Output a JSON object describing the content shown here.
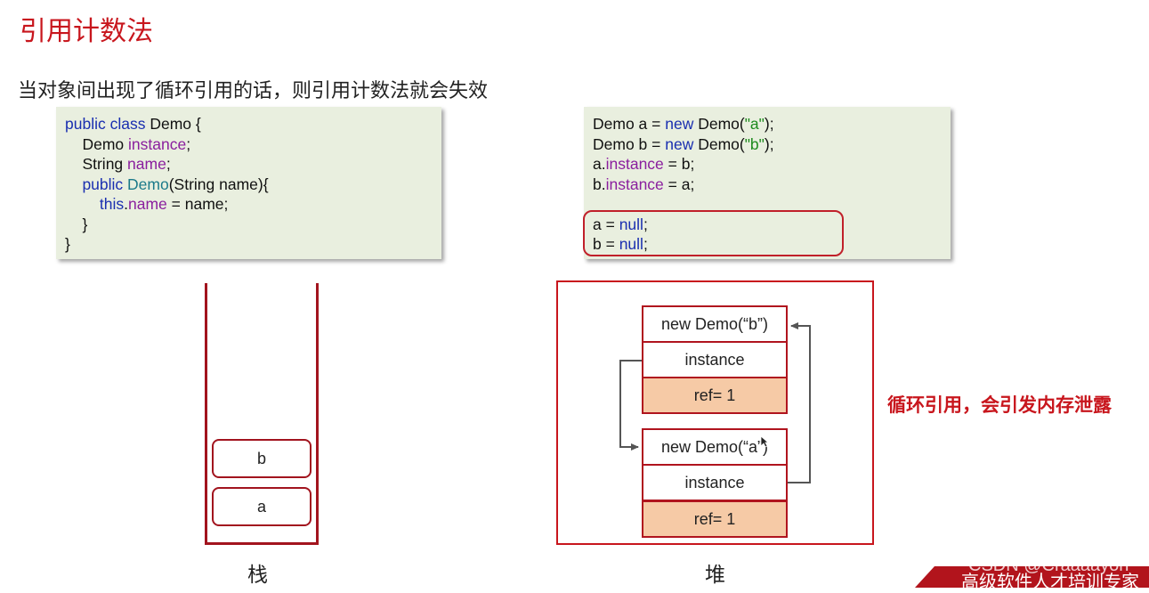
{
  "title": "引用计数法",
  "subtitle": "当对象间出现了循环引用的话，则引用计数法就会失效",
  "code_left": [
    [
      {
        "t": "public class ",
        "c": "kw"
      },
      {
        "t": "Demo {"
      }
    ],
    [
      {
        "t": "    Demo "
      },
      {
        "t": "instance",
        "c": "fld"
      },
      {
        "t": ";"
      }
    ],
    [
      {
        "t": "    String "
      },
      {
        "t": "name",
        "c": "fld"
      },
      {
        "t": ";"
      }
    ],
    [
      {
        "t": "    public ",
        "c": "kw"
      },
      {
        "t": "Demo",
        "c": "ctor"
      },
      {
        "t": "(String name){"
      }
    ],
    [
      {
        "t": "        this",
        "c": "kw"
      },
      {
        "t": "."
      },
      {
        "t": "name",
        "c": "fld"
      },
      {
        "t": " = name;"
      }
    ],
    [
      {
        "t": "    }"
      }
    ],
    [
      {
        "t": "}"
      }
    ]
  ],
  "code_right": [
    [
      {
        "t": "Demo a = "
      },
      {
        "t": "new",
        "c": "kw"
      },
      {
        "t": " Demo("
      },
      {
        "t": "\"a\"",
        "c": "str"
      },
      {
        "t": ");"
      }
    ],
    [
      {
        "t": "Demo b = "
      },
      {
        "t": "new",
        "c": "kw"
      },
      {
        "t": " Demo("
      },
      {
        "t": "\"b\"",
        "c": "str"
      },
      {
        "t": ");"
      }
    ],
    [
      {
        "t": "a."
      },
      {
        "t": "instance",
        "c": "fld"
      },
      {
        "t": " = b;"
      }
    ],
    [
      {
        "t": "b."
      },
      {
        "t": "instance",
        "c": "fld"
      },
      {
        "t": " = a;"
      }
    ],
    [
      {
        "t": ""
      }
    ],
    [
      {
        "t": "a = "
      },
      {
        "t": "null",
        "c": "kw"
      },
      {
        "t": ";"
      }
    ],
    [
      {
        "t": "b = "
      },
      {
        "t": "null",
        "c": "kw"
      },
      {
        "t": ";"
      }
    ]
  ],
  "stack": {
    "slots": [
      "b",
      "a"
    ],
    "caption": "栈"
  },
  "heap": {
    "object_b": {
      "header": "new Demo(“b”)",
      "field": "instance",
      "ref": "ref= 1"
    },
    "object_a": {
      "header": "new Demo(“a”)",
      "field": "instance",
      "ref": "ref= 1"
    },
    "caption": "堆"
  },
  "annotation": "循环引用，会引发内存泄露",
  "footer": {
    "banner": "高级软件人才培训专家",
    "watermark": "CSDN @Craaaayon"
  },
  "colors": {
    "accent_red": "#c8161d",
    "code_bg": "#e9efdf",
    "ref_fill": "#f6caa6",
    "keyword": "#1a2fb0",
    "field": "#8a1e9e",
    "string": "#1d8a1d"
  }
}
